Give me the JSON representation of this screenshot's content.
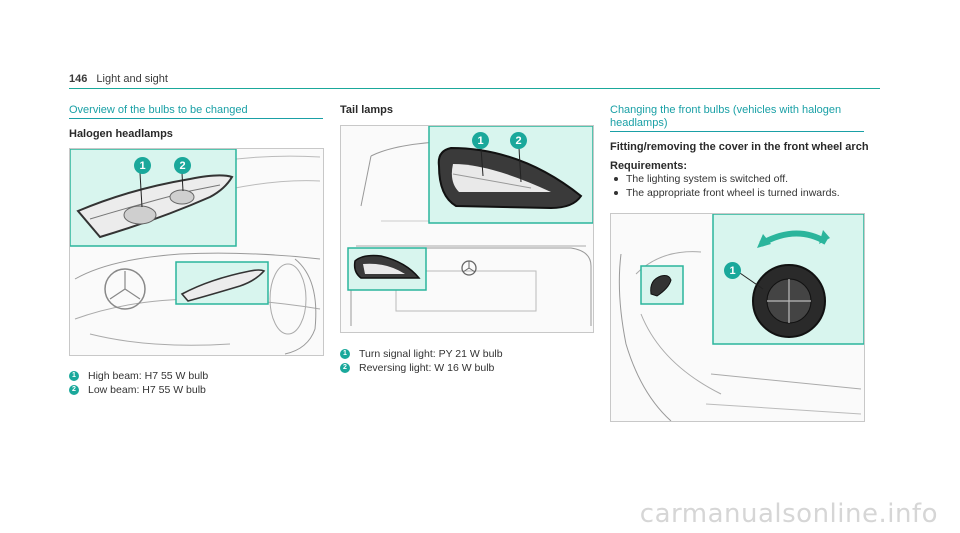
{
  "header": {
    "page_number": "146",
    "title": "Light and sight"
  },
  "col1": {
    "section_title": "Overview of the bulbs to be changed",
    "subheading": "Halogen headlamps",
    "legend": [
      {
        "badge": "1",
        "text": "High beam: H7 55 W bulb"
      },
      {
        "badge": "2",
        "text": "Low beam: H7 55 W bulb"
      }
    ]
  },
  "col2": {
    "subheading": "Tail lamps",
    "legend": [
      {
        "badge": "1",
        "text": "Turn signal light: PY 21 W bulb"
      },
      {
        "badge": "2",
        "text": "Reversing light: W 16 W bulb"
      }
    ]
  },
  "col3": {
    "section_title_line1": "Changing the front bulbs (vehicles with halogen",
    "section_title_line2": "headlamps)",
    "subheading": "Fitting/removing the cover in the front wheel arch",
    "requirements_label": "Requirements:",
    "requirements": [
      "The lighting system is switched off.",
      "The appropriate front wheel is turned inwards."
    ]
  },
  "figure_badges": {
    "one": "1",
    "two": "2"
  },
  "watermark": "carmanualsonline.info",
  "colors": {
    "accent": "#1aa89b",
    "highlight_fill": "#d8f5ee",
    "highlight_border": "#2bb59c"
  }
}
